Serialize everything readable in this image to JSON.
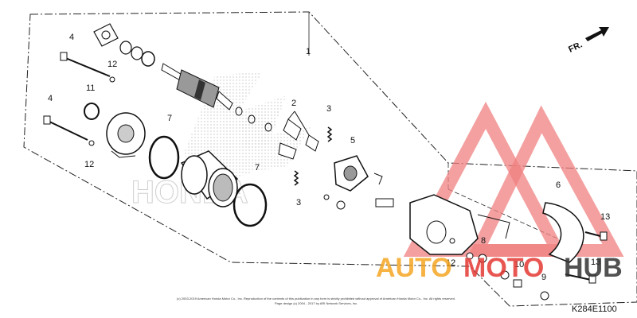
{
  "diagram": {
    "part_code": "K284E1100",
    "direction_label": "FR.",
    "watermark_brand": "HONDA",
    "watermark": {
      "word_a": "AUTO",
      "word_b": "MOTO",
      "word_c": "HUB",
      "color_a": "#f5a623",
      "color_b": "#e53935",
      "color_c": "#333333"
    },
    "copyright_line1": "(c) 2003-2019 American Honda Motor Co., Inc. Reproduction of the contents of this publication in any form is strictly prohibited without approval of American Honda Motor Co., Inc. All rights reserved.",
    "copyright_line2": "Page design (c) 2004 - 2017 by ARI Network Services, Inc.",
    "callouts": [
      "4",
      "12",
      "11",
      "4",
      "12",
      "7",
      "7",
      "1",
      "2",
      "3",
      "3",
      "5",
      "6",
      "8",
      "12",
      "10",
      "9",
      "13",
      "13"
    ]
  }
}
